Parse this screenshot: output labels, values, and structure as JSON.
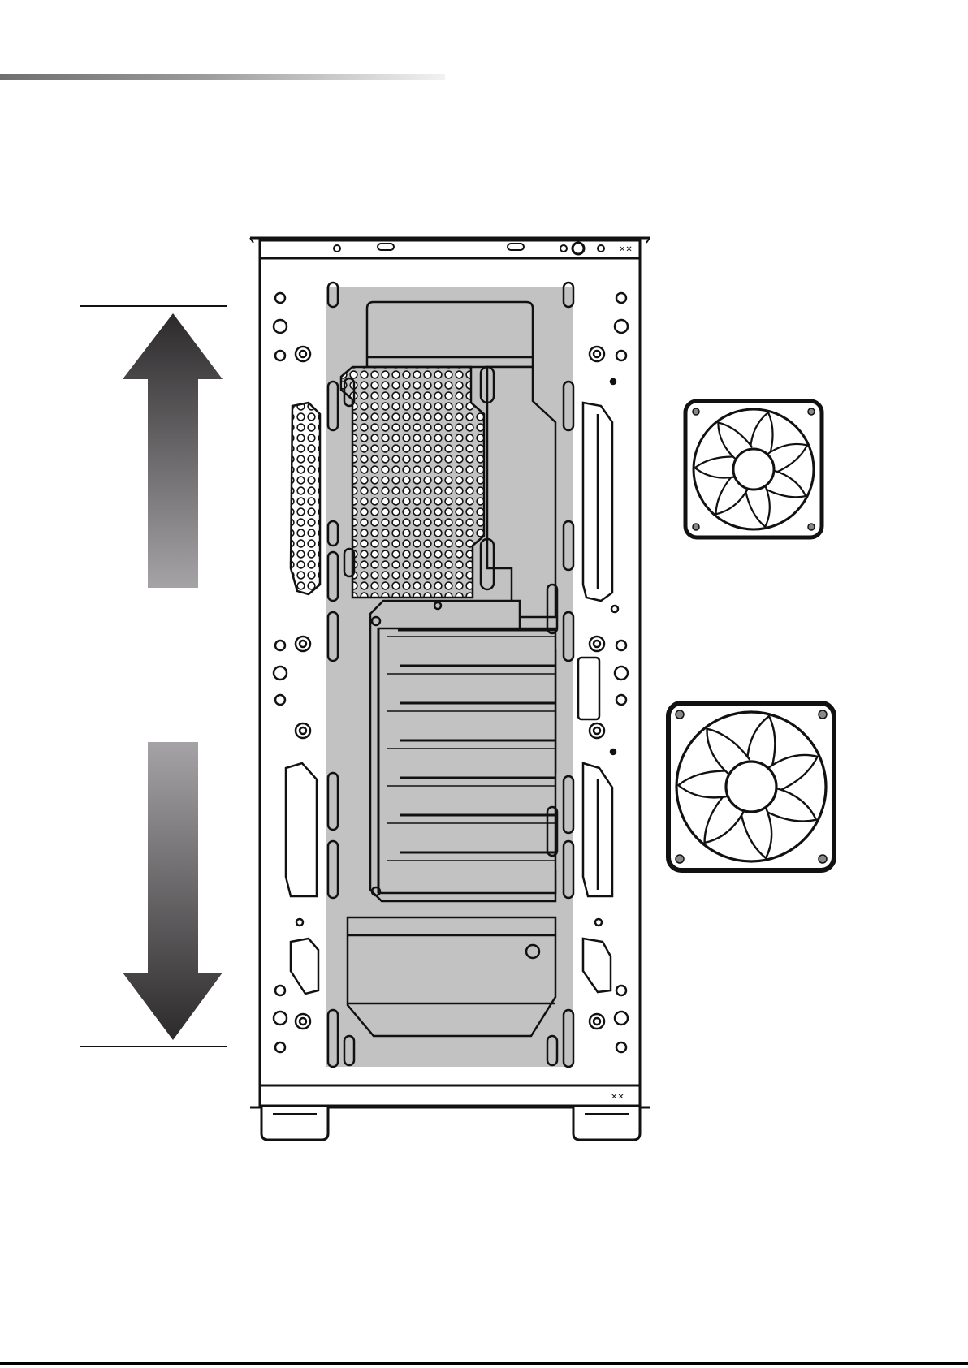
{
  "diagram": {
    "airflow_arrows": [
      {
        "direction": "up"
      },
      {
        "direction": "down"
      }
    ],
    "fans": [
      {
        "name": "fan-120mm"
      },
      {
        "name": "fan-140mm"
      }
    ],
    "colors": {
      "line": "#111111",
      "mounting-zone": "#c2c2c2",
      "arrow-dark": "#2d2a2c",
      "arrow-light": "#a5a3a5"
    }
  }
}
